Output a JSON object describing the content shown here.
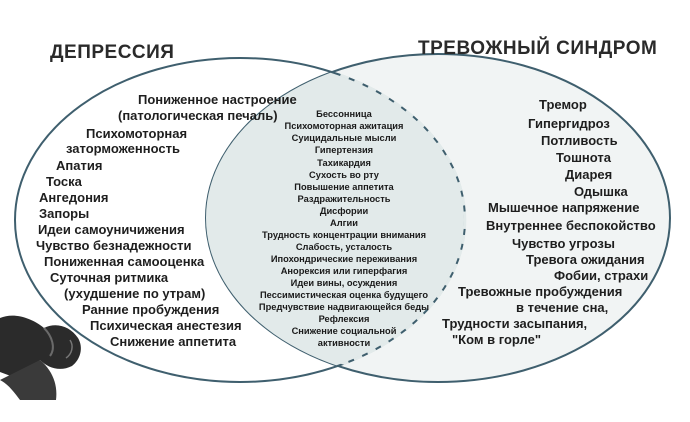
{
  "titles": {
    "depression": "ДЕПРЕССИЯ",
    "anxiety": "ТРЕВОЖНЫЙ СИНДРОМ"
  },
  "colors": {
    "circle_stroke": "#3f5f6e",
    "overlap_fill": "#e4ecec",
    "right_fill": "#f1f4f4"
  },
  "depression_only": [
    "Пониженное настроение",
    "(патологическая печаль)",
    "Психомоторная",
    "заторможенность",
    "Апатия",
    "Тоска",
    "Ангедония",
    "Запоры",
    "Идеи самоуничижения",
    "Чувство безнадежности",
    "Пониженная самооценка",
    "Суточная ритмика",
    "(ухудшение по утрам)",
    "Ранние пробуждения",
    "Психическая анестезия",
    "Снижение аппетита"
  ],
  "shared": [
    "Бессонница",
    "Психомоторная ажитация",
    "Суицидальные мысли",
    "Гипертензия",
    "Тахикардия",
    "Сухость во рту",
    "Повышение аппетита",
    "Раздражительность",
    "Дисфории",
    "Алгии",
    "Трудность концентрации внимания",
    "Слабость, усталость",
    "Ипохондрические переживания",
    "Анорексия или гиперфагия",
    "Идеи вины, осуждения",
    "Пессимистическая оценка будущего",
    "Предчувствие надвигающейся беды",
    "Рефлексия",
    "Снижение социальной",
    "активности"
  ],
  "anxiety_only": [
    "Тремор",
    "Гипергидроз",
    "Потливость",
    "Тошнота",
    "Диарея",
    "Одышка",
    "Мышечное напряжение",
    "Внутреннее беспокойство",
    "Чувство угрозы",
    "Тревога ожидания",
    "Фобии, страхи",
    "Тревожные пробуждения",
    "в течение сна,",
    "Трудности засыпания,",
    "\"Ком в горле\""
  ]
}
